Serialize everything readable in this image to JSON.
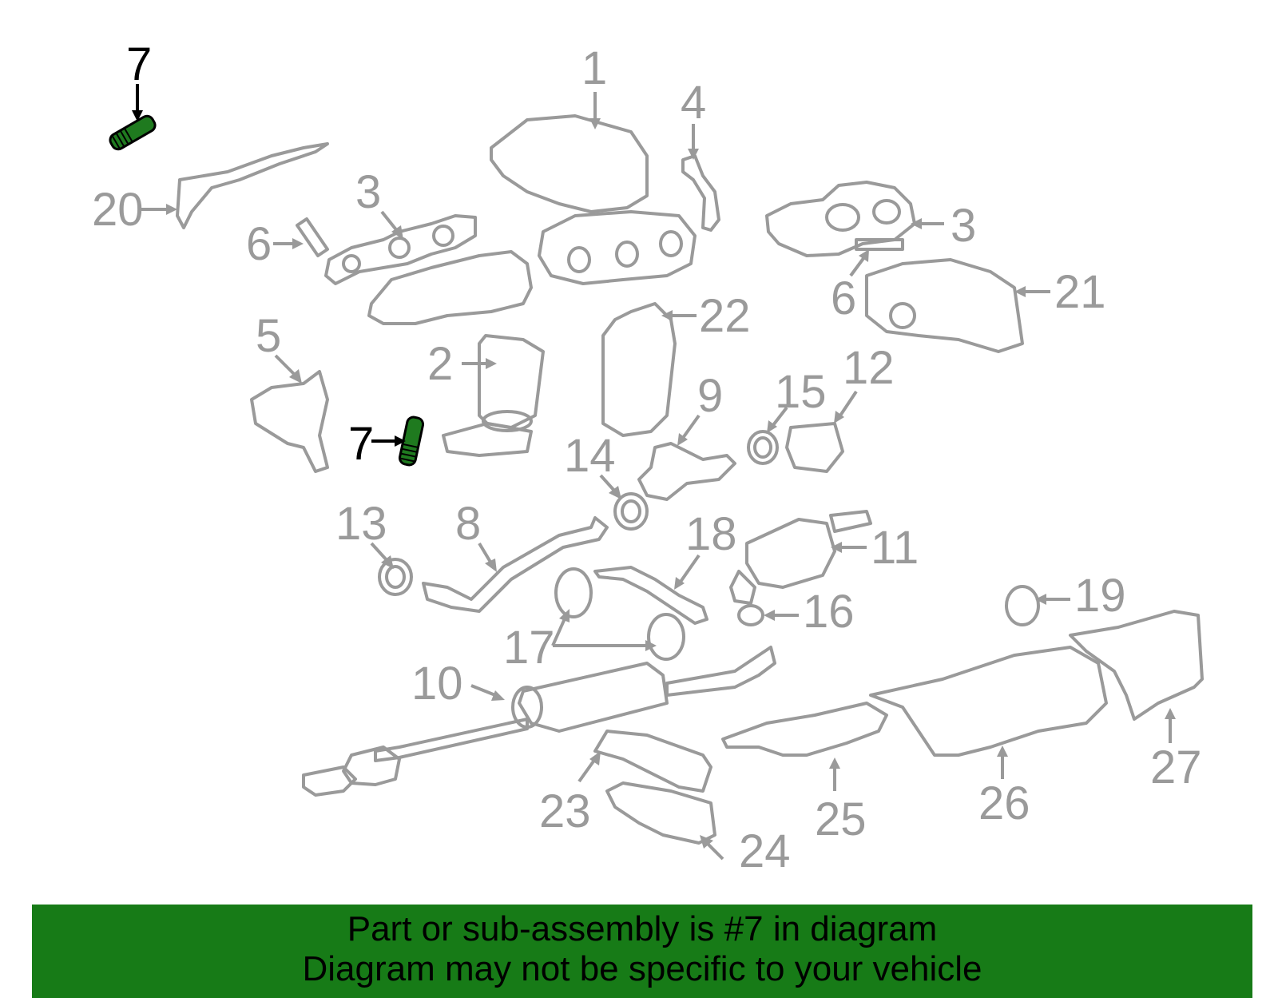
{
  "callouts": [
    "1",
    "2",
    "3",
    "3",
    "4",
    "5",
    "6",
    "6",
    "7",
    "7",
    "8",
    "9",
    "10",
    "11",
    "12",
    "13",
    "14",
    "15",
    "16",
    "17",
    "18",
    "19",
    "20",
    "21",
    "22",
    "23",
    "24",
    "25",
    "26",
    "27"
  ],
  "highlight_part": "7",
  "colors": {
    "banner": "#177b17",
    "highlight": "#1f7a1f",
    "line_art": "#9a9a9a"
  },
  "banner": {
    "line1": "Part or sub-assembly is #7 in diagram",
    "line2": "Diagram may not be specific to your vehicle"
  }
}
